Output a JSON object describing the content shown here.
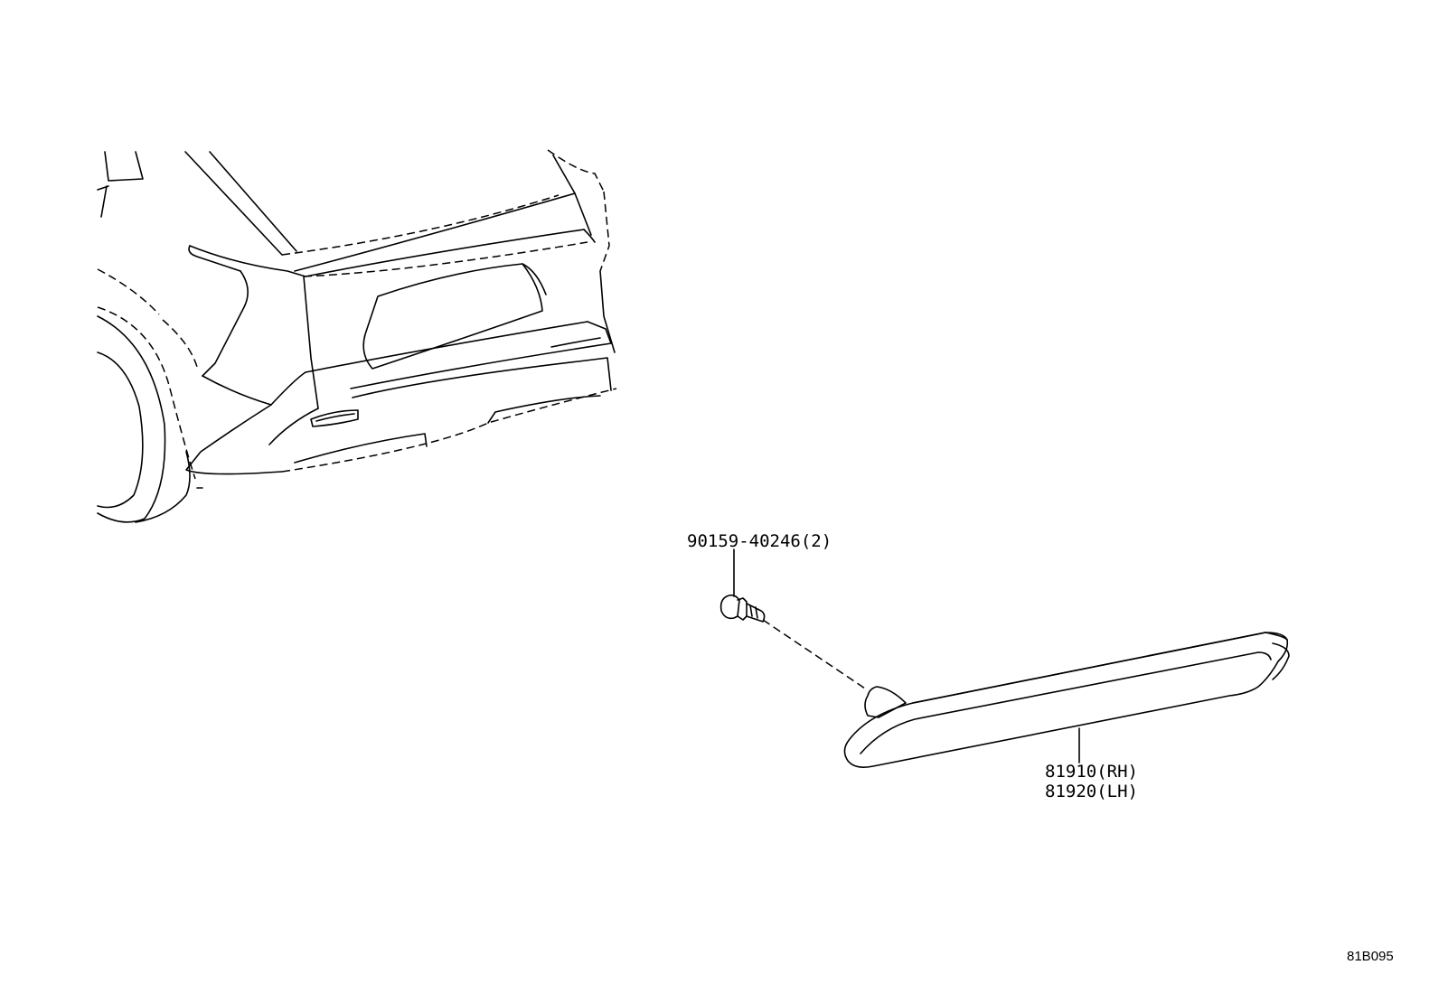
{
  "callouts": {
    "bolt": "90159-40246(2)",
    "reflector_rh": "81910(RH)",
    "reflector_lh": "81920(LH)"
  },
  "diagram_code": "81B095"
}
